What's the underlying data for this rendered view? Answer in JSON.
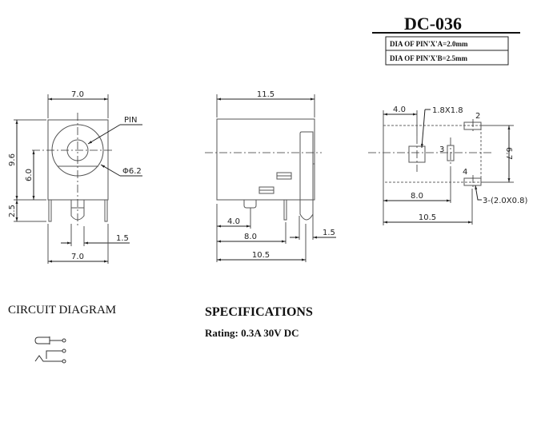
{
  "title": "DC-036",
  "pin_table": [
    "DIA OF PIN'X'A=2.0mm",
    "DIA OF PIN'X'B=2.5mm"
  ],
  "front_view": {
    "width_top": "7.0",
    "height": "9.6",
    "center_height": "6.0",
    "pin_length": "2.5",
    "pin_label": "PIN",
    "diameter": "Φ6.2",
    "pin_spacing": "1.5",
    "width_bottom": "7.0"
  },
  "side_view": {
    "length": "11.5",
    "d1": "4.0",
    "d2": "8.0",
    "d3": "10.5",
    "pin_width": "1.5"
  },
  "bottom_view": {
    "d1": "4.0",
    "square_pin": "1.8X1.8",
    "pin2": "2",
    "pin3": "3",
    "pin4": "4",
    "height": "6.7",
    "d2": "8.0",
    "d3": "10.5",
    "slot_pins": "3-(2.0X0.8)"
  },
  "circuit": {
    "heading": "CIRCUIT DIAGRAM"
  },
  "specs": {
    "heading": "SPECIFICATIONS",
    "rating": "Rating: 0.3A 30V DC"
  }
}
